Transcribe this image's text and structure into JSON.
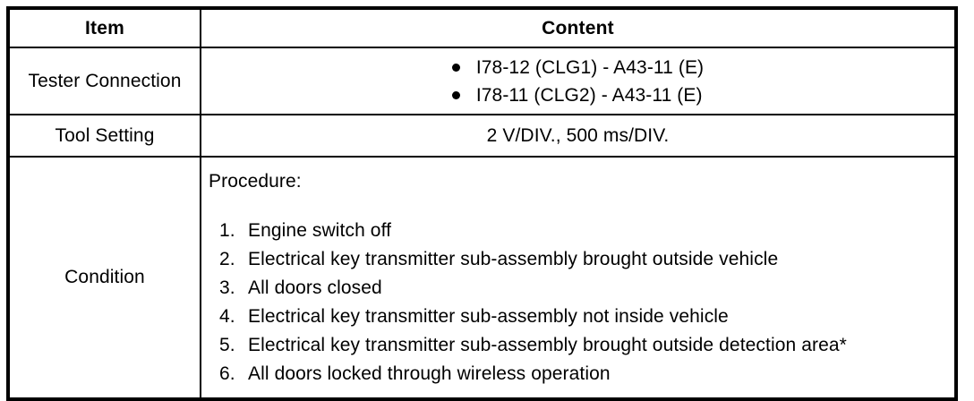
{
  "table": {
    "headers": {
      "item": "Item",
      "content": "Content"
    },
    "rows": [
      {
        "item": "Tester Connection",
        "kind": "bullets",
        "bullets": [
          "I78-12 (CLG1) - A43-11 (E)",
          "I78-11 (CLG2) - A43-11 (E)"
        ]
      },
      {
        "item": "Tool Setting",
        "kind": "text",
        "text": "2 V/DIV., 500 ms/DIV."
      },
      {
        "item": "Condition",
        "kind": "procedure",
        "procedure_title": "Procedure:",
        "steps": [
          {
            "number": "1.",
            "text": "Engine switch off"
          },
          {
            "number": "2.",
            "text": "Electrical key transmitter sub-assembly brought outside vehicle"
          },
          {
            "number": "3.",
            "text": "All doors closed"
          },
          {
            "number": "4.",
            "text": "Electrical key transmitter sub-assembly not inside vehicle"
          },
          {
            "number": "5.",
            "text": "Electrical key transmitter sub-assembly brought outside detection area*"
          },
          {
            "number": "6.",
            "text": "All doors locked through wireless operation"
          }
        ]
      }
    ]
  },
  "colors": {
    "border": "#000000",
    "text": "#000000",
    "background": "#ffffff"
  }
}
